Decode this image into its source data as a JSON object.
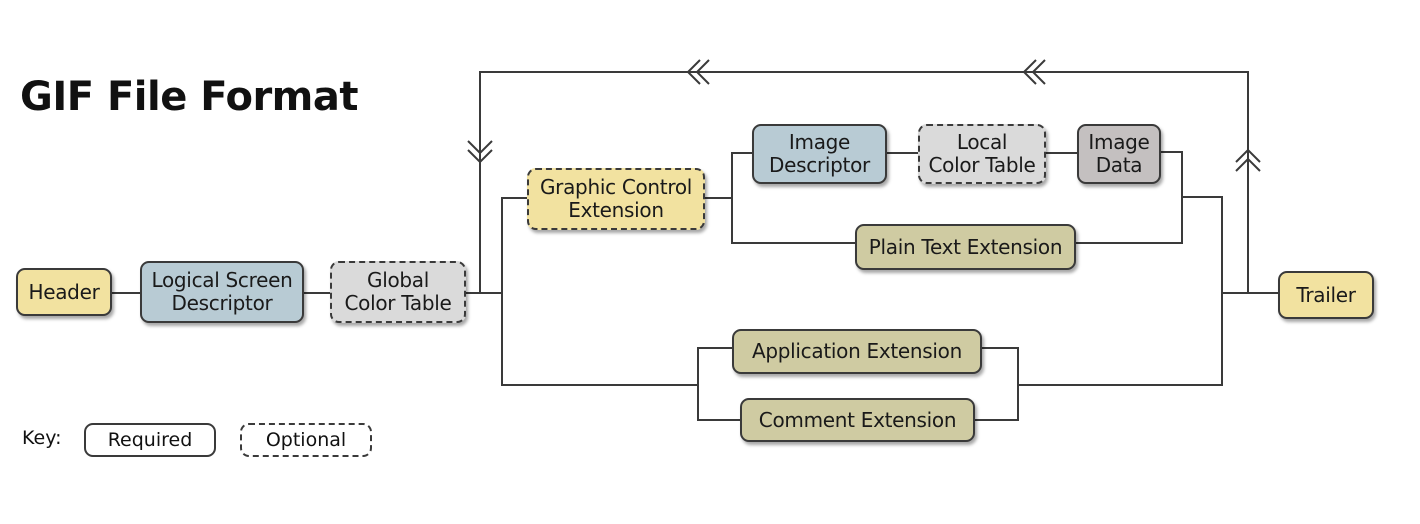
{
  "title": "GIF File Format",
  "nodes": {
    "header": "Header",
    "logical_screen_descriptor": "Logical Screen\nDescriptor",
    "global_color_table": "Global\nColor Table",
    "graphic_control_extension": "Graphic Control\nExtension",
    "image_descriptor": "Image\nDescriptor",
    "local_color_table": "Local\nColor Table",
    "image_data": "Image\nData",
    "plain_text_extension": "Plain Text Extension",
    "application_extension": "Application Extension",
    "comment_extension": "Comment Extension",
    "trailer": "Trailer"
  },
  "key": {
    "label": "Key:",
    "required": "Required",
    "optional": "Optional"
  },
  "colors": {
    "yellow": "#f2e2a0",
    "blue": "#b8cbd4",
    "gray": "#dadada",
    "dark_gray": "#c4c0c0",
    "olive": "#cfcba2",
    "line": "#3a3a3a"
  }
}
